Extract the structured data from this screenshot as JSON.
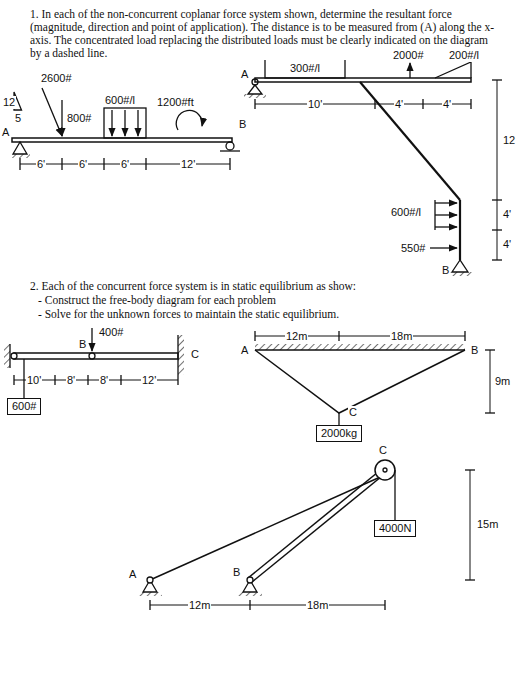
{
  "diagram": {
    "nodes": [
      {
        "text": [
          "600#"
        ]
      },
      {
        "text": [
          "2000kg"
        ]
      },
      {
        "text": [
          "4000N"
        ]
      }
    ],
    "labels": [
      "1. In each of the non-concurrent coplanar force system shown, determine the resultant force (magnitude, direction and point of application). The distance is to be measured from (A) along the x-axis. The concentrated load replacing the distributed loads must be clearly indicated on the diagram by a dashed line.",
      "2600#",
      "12",
      "5",
      "600#/l",
      "800#",
      "1200#ft",
      "B",
      "A",
      "6'",
      "6'",
      "6'",
      "12'",
      "A",
      "300#/l",
      "2000#",
      "200#/l",
      "10'",
      "4'",
      "4'",
      "12",
      "600#/l",
      "550#",
      "4'",
      "4'",
      "B",
      "2. Each of the concurrent force system is in static equilibrium as show:",
      "- Construct the free-body diagram for each problem",
      "- Solve for the unknown forces to maintain the static equilibrium.",
      "400#",
      "B",
      "C",
      "10'",
      "8'",
      "8'",
      "12'",
      "12m",
      "18m",
      "A",
      "B",
      "9m",
      "C",
      "C",
      "15m",
      "A",
      "B",
      "12m",
      "18m"
    ]
  }
}
